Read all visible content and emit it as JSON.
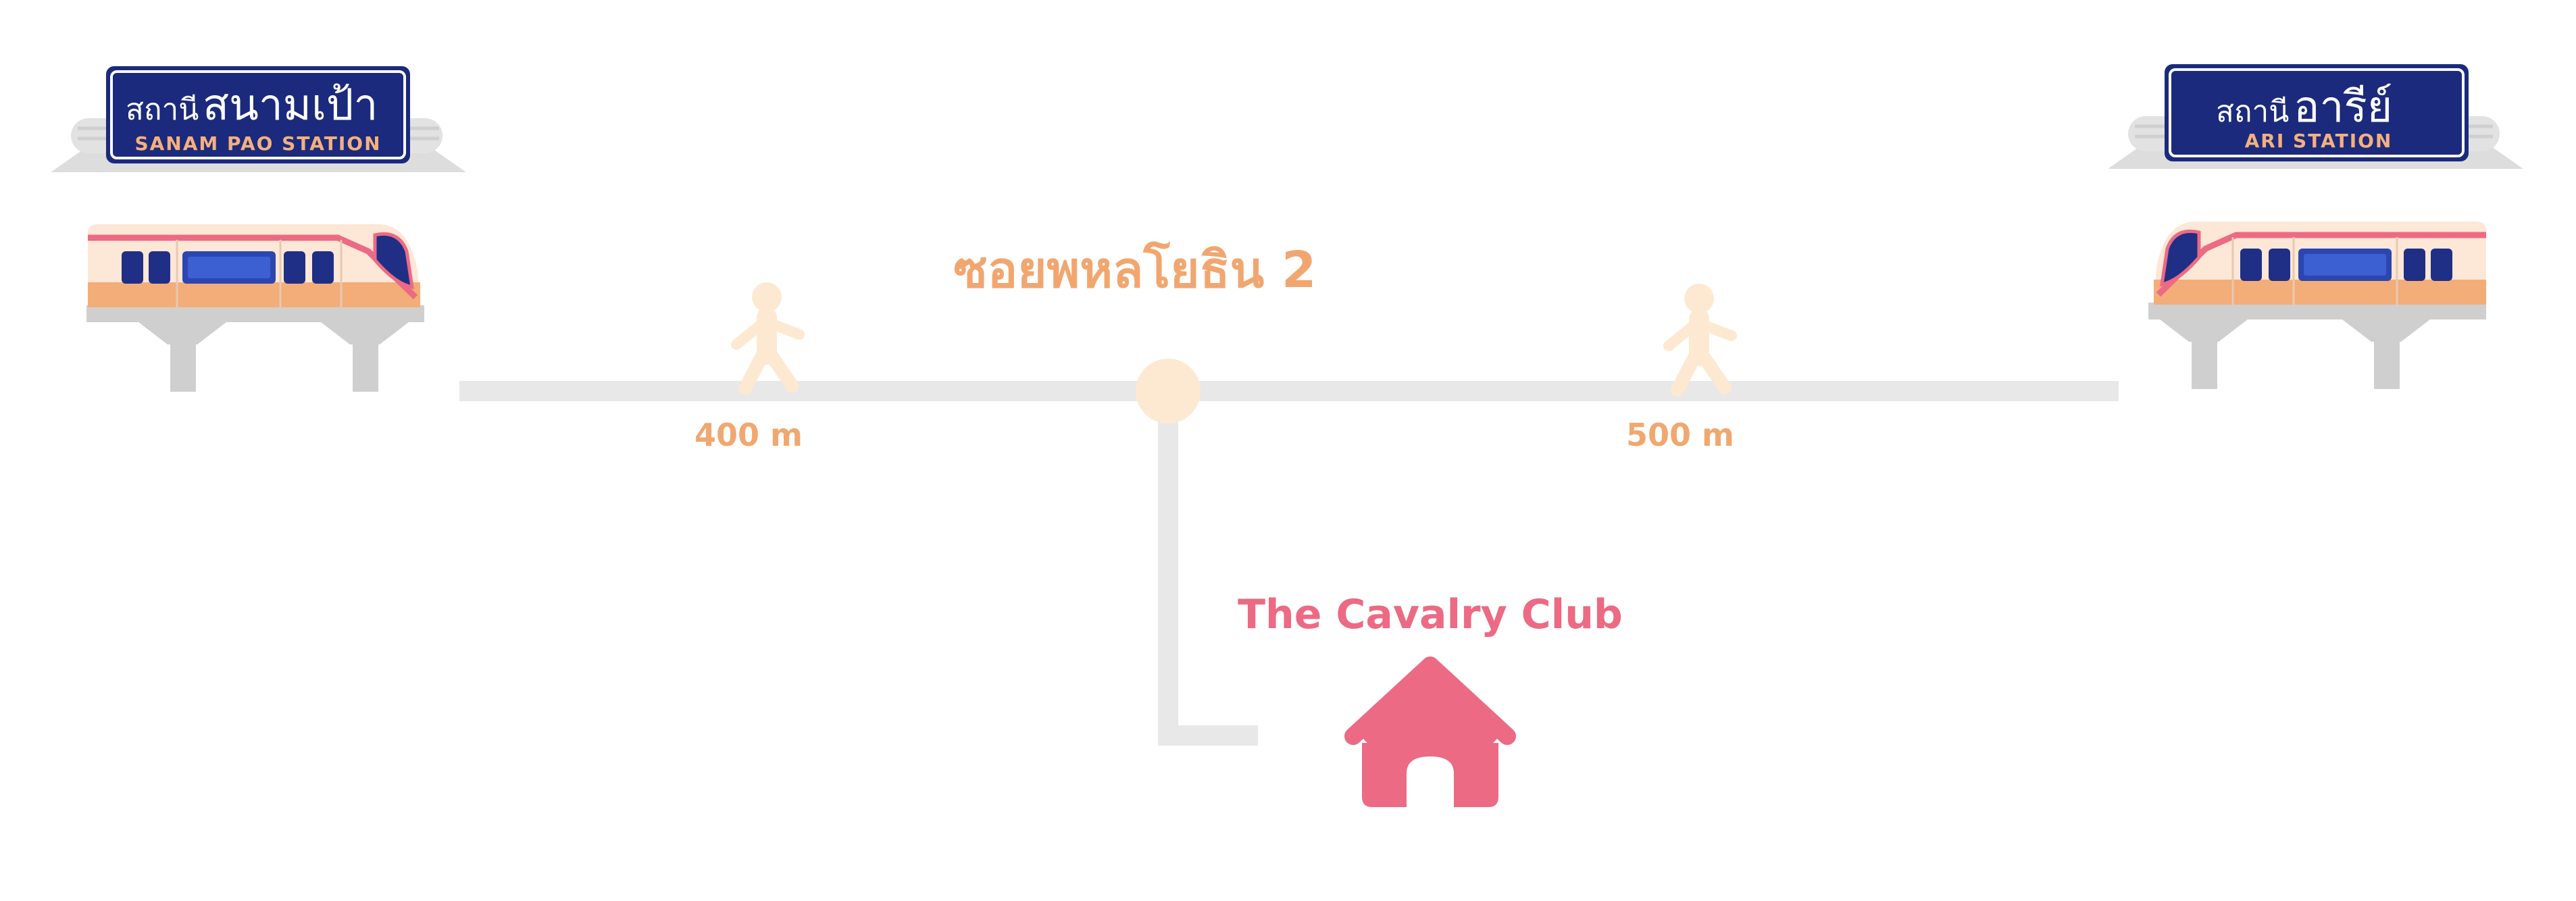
{
  "stations": {
    "left": {
      "prefix": "สถานี",
      "name": "สนามเป้า",
      "english": "SANAM PAO STATION"
    },
    "right": {
      "prefix": "สถานี",
      "name": "อารีย์",
      "english": "ARI STATION"
    }
  },
  "road": {
    "name": "ซอยพหลโยธิน 2"
  },
  "distances": {
    "left": "400 m",
    "right": "500 m"
  },
  "destination": {
    "name": "The Cavalry Club"
  },
  "colors": {
    "sign_bg": "#1b2a7c",
    "sign_border": "#ffffff",
    "sign_english": "#f4b07e",
    "road": "#e8e8e8",
    "walker": "#fde9d2",
    "distance_text": "#f0a870",
    "road_name": "#f2a66f",
    "destination": "#ec6a83",
    "train_body": "#fde7d7",
    "train_stripe": "#f3ad78",
    "train_pink": "#ec6a83",
    "train_window": "#1f2f85",
    "pillar": "#cfcfcf"
  },
  "icons": {
    "walker": "person-walking-icon",
    "destination": "house-icon",
    "train": "skytrain-icon"
  }
}
